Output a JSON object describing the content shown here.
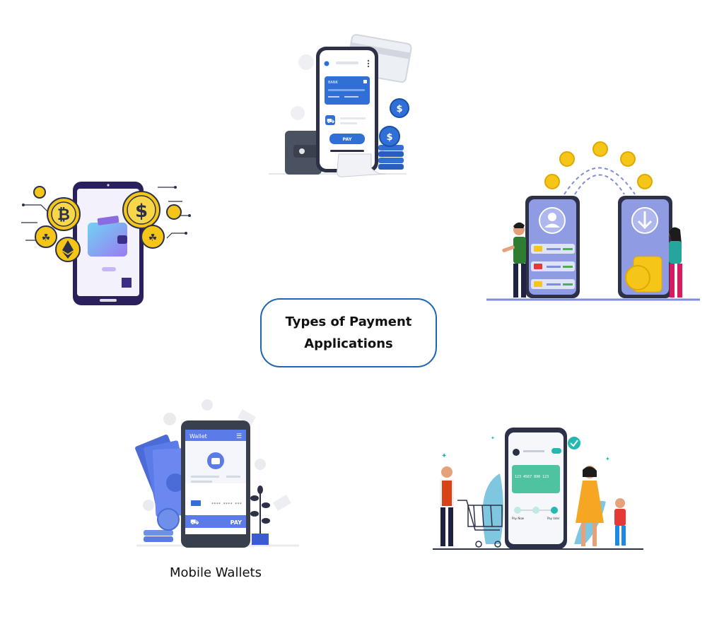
{
  "center": {
    "title_line1": "Types of Payment",
    "title_line2": "Applications"
  },
  "captions": {
    "mobile_wallets": "Mobile Wallets"
  },
  "phone_labels": {
    "bank_card_brand": "BANK",
    "bank_pay_button": "PAY",
    "wallet_header": "Wallet",
    "wallet_card_number": "**** **** ***",
    "wallet_pay": "PAY",
    "bnpl_card_number": "123 4567 890 123",
    "bnpl_pay_now": "Pay Now",
    "bnpl_pay_later": "Pay later"
  },
  "colors": {
    "accent_blue": "#1d66b0",
    "card_blue": "#2f6fd6",
    "coin_gold": "#f5c518",
    "phone_dark": "#2d3148",
    "periwinkle": "#7f8ddc",
    "wallet_blue": "#5b7be8",
    "teal": "#23b8b0"
  }
}
